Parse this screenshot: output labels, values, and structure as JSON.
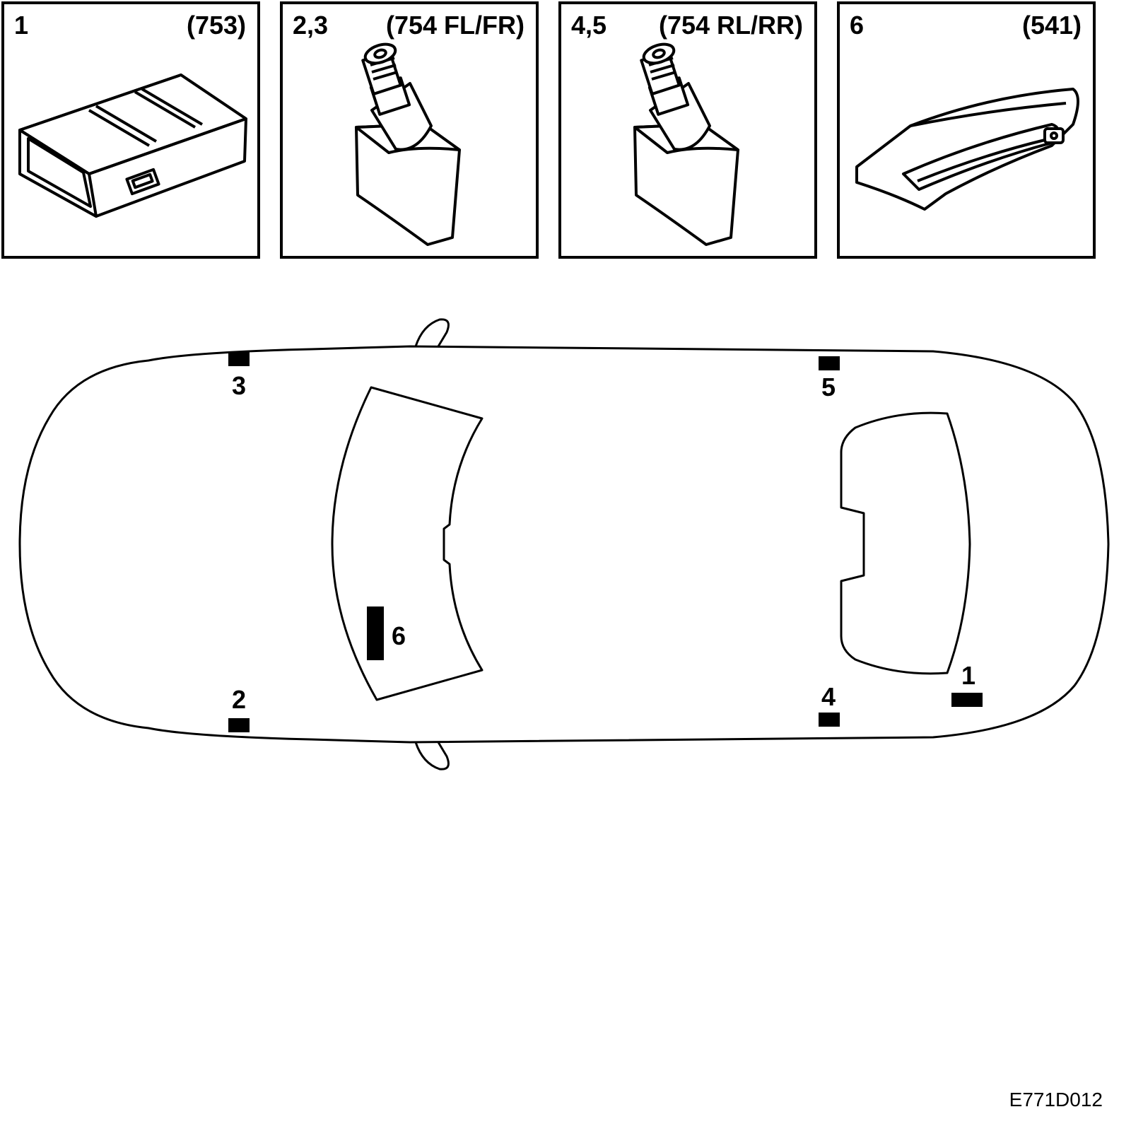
{
  "panels": [
    {
      "number": "1",
      "code": "(753)",
      "icon": "control-module-icon"
    },
    {
      "number": "2,3",
      "code": "(754 FL/FR)",
      "icon": "tire-valve-sensor-icon"
    },
    {
      "number": "4,5",
      "code": "(754 RL/RR)",
      "icon": "tire-valve-sensor-icon"
    },
    {
      "number": "6",
      "code": "(541)",
      "icon": "door-handle-antenna-icon"
    }
  ],
  "car_markers": {
    "m1": "1",
    "m2": "2",
    "m3": "3",
    "m4": "4",
    "m5": "5",
    "m6": "6"
  },
  "figure_ref": "E771D012"
}
